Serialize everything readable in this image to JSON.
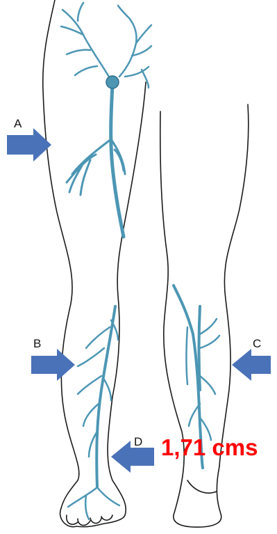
{
  "labels": {
    "a": "A",
    "b": "B",
    "c": "C",
    "d": "D"
  },
  "measurement": "1,71 cms",
  "colors": {
    "vein": "#4c96b4",
    "vein_dark": "#2f6e8c",
    "arrow": "#4a72b8",
    "measurement_text": "#ff0000",
    "outline": "#1a1a1a"
  }
}
